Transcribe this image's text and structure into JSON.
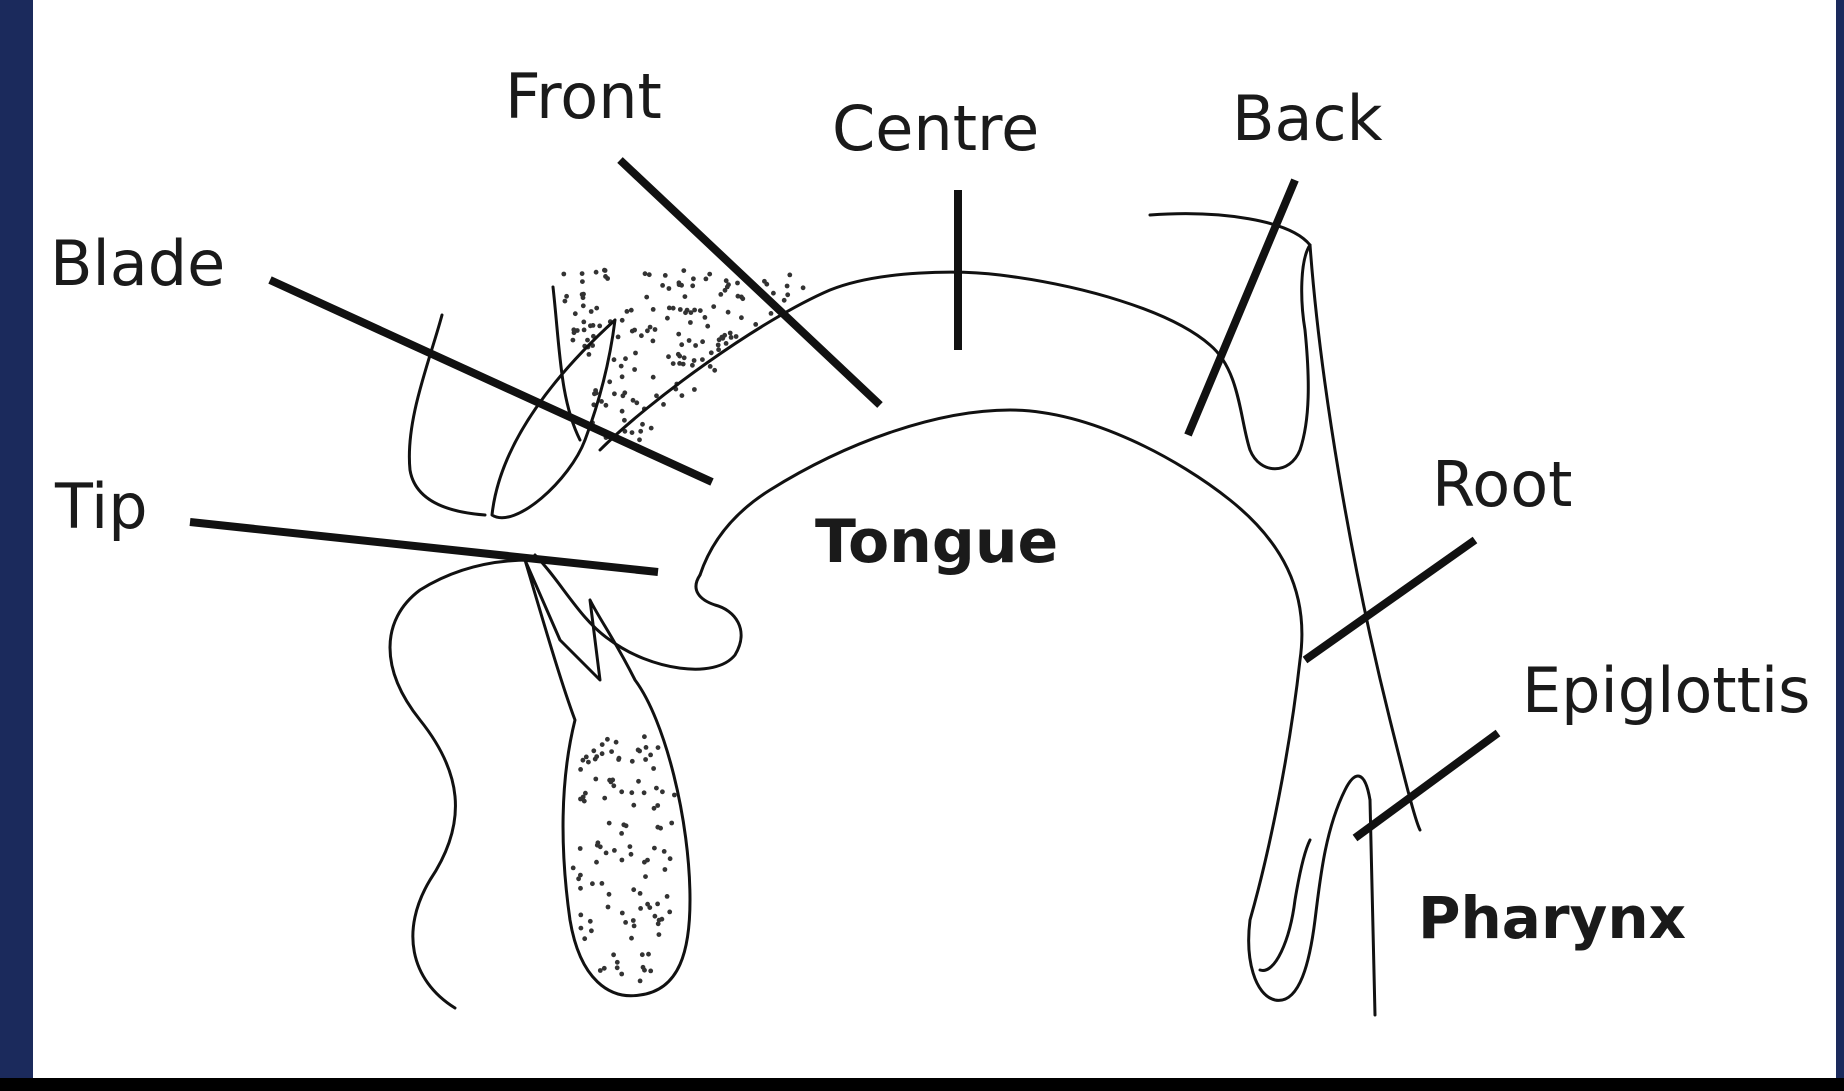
{
  "colors": {
    "frame": "#1b2a5c",
    "panel": "#ffffff",
    "ink": "#111111"
  },
  "labels": {
    "front": "Front",
    "centre": "Centre",
    "back": "Back",
    "blade": "Blade",
    "tip": "Tip",
    "tongue": "Tongue",
    "root": "Root",
    "epiglottis": "Epiglottis",
    "pharynx": "Pharynx"
  }
}
